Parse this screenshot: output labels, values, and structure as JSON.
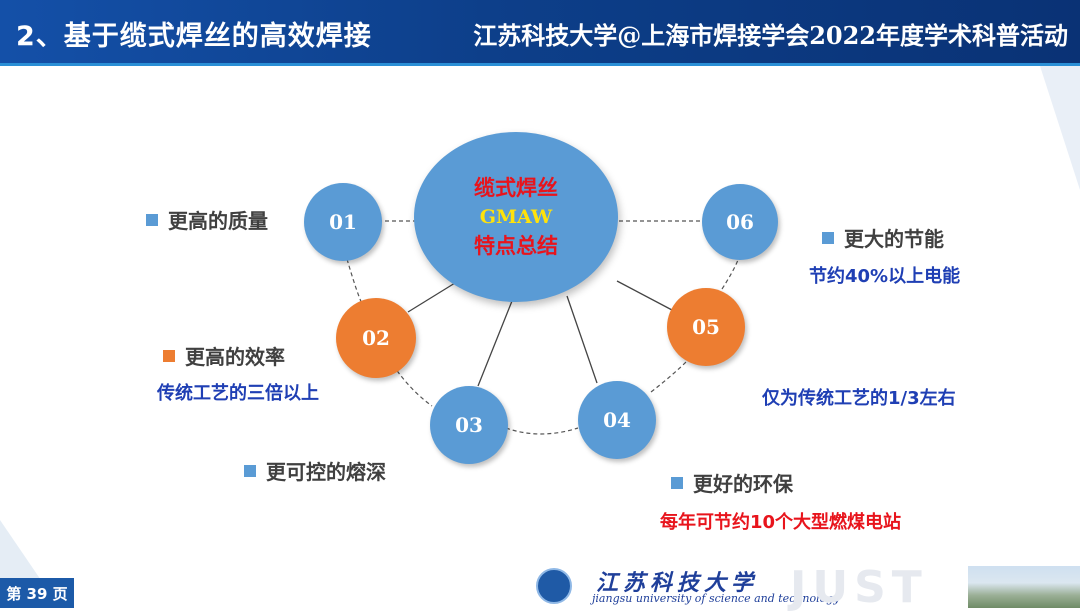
{
  "header": {
    "title_left": "2、基于缆式焊丝的高效焊接",
    "title_right": "江苏科技大学@上海市焊接学会2022年度学术科普活动"
  },
  "center": {
    "line1": "缆式焊丝",
    "line2": "GMAW",
    "line3": "特点总结"
  },
  "nodes": [
    {
      "label": "01",
      "color": "#5a9bd5"
    },
    {
      "label": "02",
      "color": "#ed7d31"
    },
    {
      "label": "03",
      "color": "#5a9bd5"
    },
    {
      "label": "04",
      "color": "#5a9bd5"
    },
    {
      "label": "05",
      "color": "#ed7d31"
    },
    {
      "label": "06",
      "color": "#5a9bd5"
    }
  ],
  "features": [
    {
      "title": "更高的质量",
      "detail": ""
    },
    {
      "title": "更高的效率",
      "detail": "传统工艺的三倍以上"
    },
    {
      "title": "更可控的熔深",
      "detail": ""
    },
    {
      "title": "更好的环保",
      "detail": "每年可节约10个大型燃煤电站"
    },
    {
      "title": "",
      "detail": "仅为传统工艺的1/3左右"
    },
    {
      "title": "更大的节能",
      "detail": "节约40%以上电能"
    }
  ],
  "footer": {
    "page_label": "第 39 页",
    "logo_cn": "江苏科技大学",
    "logo_en": "jiangsu university of science and technology",
    "logo_mark": "JUST"
  },
  "colors": {
    "header_bg": "#1450a8",
    "blue": "#5a9bd5",
    "orange": "#ed7d31",
    "red_text": "#e8141c",
    "blue_text": "#1f3fb4",
    "yellow_text": "#ffe20a"
  }
}
